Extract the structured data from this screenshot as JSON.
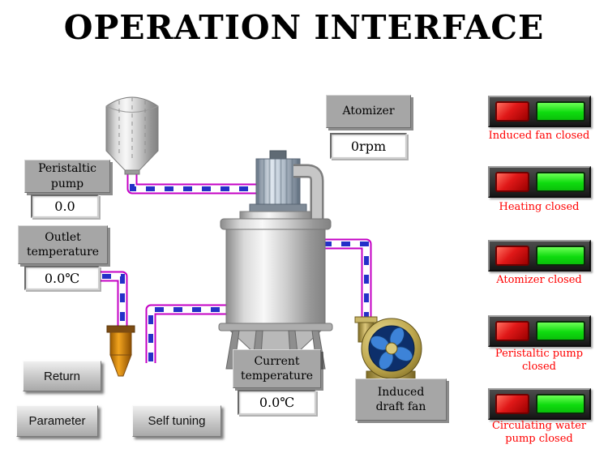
{
  "title": "OPERATION INTERFACE",
  "readouts": {
    "peristaltic_pump": {
      "label": "Peristaltic\npump",
      "value": "0.0"
    },
    "outlet_temperature": {
      "label": "Outlet\ntemperature",
      "value": "0.0℃"
    },
    "atomizer": {
      "label": "Atomizer",
      "value": "0rpm"
    },
    "current_temperature": {
      "label": "Current\ntemperature",
      "value": "0.0℃"
    }
  },
  "equipment_labels": {
    "induced_draft_fan": "Induced\ndraft fan"
  },
  "buttons": {
    "return": "Return",
    "parameter": "Parameter",
    "self_tuning": "Self tuning"
  },
  "indicators": [
    {
      "name": "induced-fan-status",
      "label": "Induced  fan closed"
    },
    {
      "name": "heating-status",
      "label": "Heating  closed"
    },
    {
      "name": "atomizer-status",
      "label": "Atomizer  closed"
    },
    {
      "name": "peristaltic-pump-status",
      "label": "Peristaltic pump\nclosed"
    },
    {
      "name": "circulating-water-pump-status",
      "label": "Circulating water\npump  closed"
    }
  ],
  "colors": {
    "pipe_outline": "#c400c4",
    "pipe_dash": "#2430c8",
    "lamp_red": "#e01818",
    "lamp_green": "#0fdc0f",
    "status_text": "#ff0000"
  }
}
